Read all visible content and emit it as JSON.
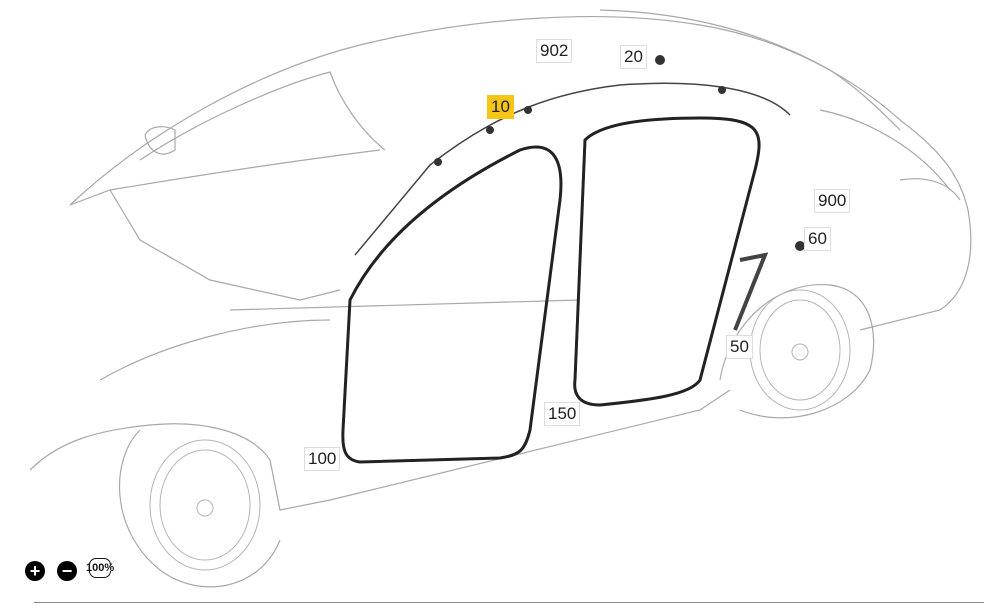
{
  "callouts": [
    {
      "id": "902",
      "label": "902",
      "highlighted": false
    },
    {
      "id": "20",
      "label": "20",
      "highlighted": false
    },
    {
      "id": "10",
      "label": "10",
      "highlighted": true
    },
    {
      "id": "900",
      "label": "900",
      "highlighted": false
    },
    {
      "id": "60",
      "label": "60",
      "highlighted": false
    },
    {
      "id": "50",
      "label": "50",
      "highlighted": false
    },
    {
      "id": "150",
      "label": "150",
      "highlighted": false
    },
    {
      "id": "100",
      "label": "100",
      "highlighted": false
    }
  ],
  "controls": {
    "zoom_in": "+",
    "zoom_out": "−",
    "reset": "100%"
  },
  "colors": {
    "highlight": "#f5c518",
    "line": "#9a9a9a",
    "seal": "#222222"
  }
}
